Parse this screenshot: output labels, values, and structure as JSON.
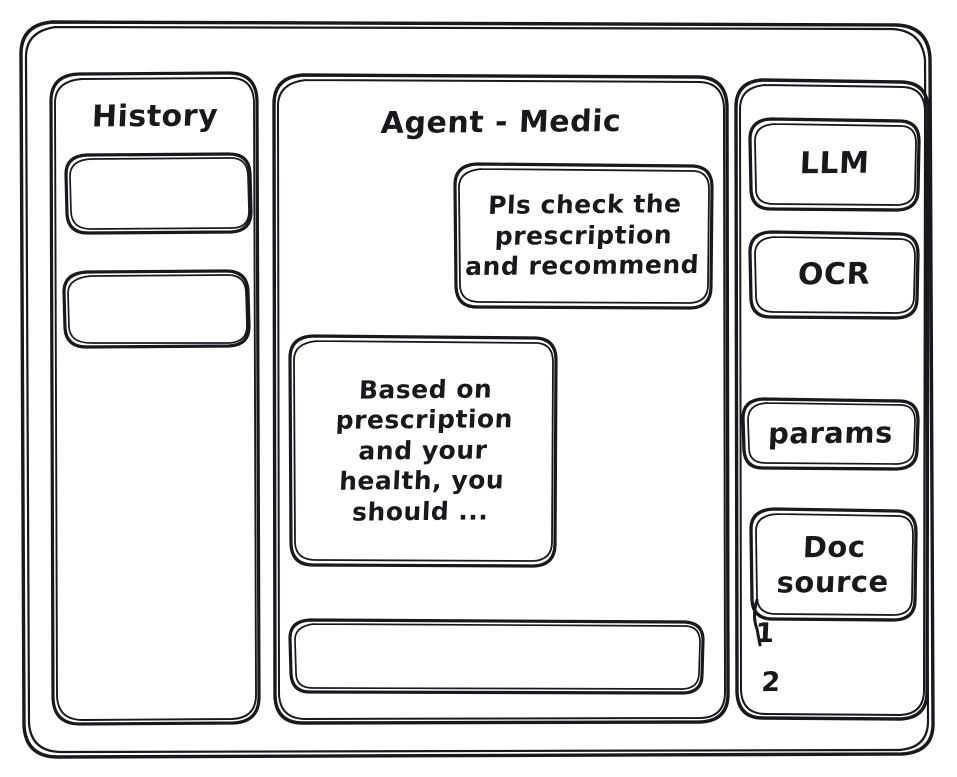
{
  "window": {
    "name": "agent-wireframe-window"
  },
  "left_panel": {
    "title": "History",
    "items": [
      {
        "label": ""
      },
      {
        "label": ""
      }
    ]
  },
  "main_panel": {
    "title": "Agent - Medic",
    "messages": [
      {
        "role": "user",
        "text": "Pls check the\nprescription\nand recommend"
      },
      {
        "role": "agent",
        "text": "Based on\nprescription\nand your\nhealth, you\nshould ..."
      }
    ],
    "composer": {
      "value": "",
      "placeholder": ""
    }
  },
  "right_panel": {
    "tools": [
      {
        "label": "LLM"
      },
      {
        "label": "OCR"
      }
    ],
    "settings": [
      {
        "label": "params"
      }
    ],
    "doc_source": {
      "label": "Doc\nsource",
      "references": [
        {
          "label": "1"
        },
        {
          "label": "2"
        }
      ]
    }
  },
  "colors": {
    "ink": "#17191c",
    "background": "#ffffff"
  }
}
